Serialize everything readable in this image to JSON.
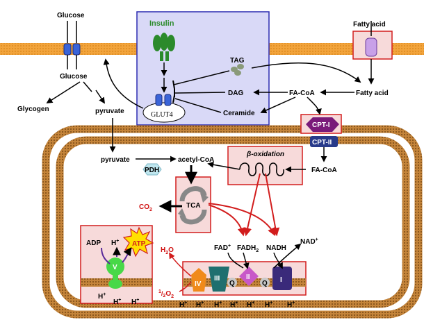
{
  "labels": {
    "glucose_out": "Glucose",
    "glucose_in": "Glucose",
    "glycogen": "Glycogen",
    "pyruvate_cyto": "pyruvate",
    "insulin": "Insulin",
    "glut4": "GLUT4",
    "tag": "TAG",
    "dag": "DAG",
    "ceramide": "Ceramide",
    "fa_coa_cyto": "FA-CoA",
    "fatty_acid_out": "Fatty acid",
    "fatty_acid_in": "Fatty acid",
    "cpt1": "CPT-I",
    "cpt2": "CPT-II",
    "fa_coa_mito": "FA-CoA",
    "pyruvate_mito": "pyruvate",
    "acetyl_coa": "acetyl-CoA",
    "pdh": "PDH",
    "beta_oxidation": "β-oxidation",
    "tca": "TCA",
    "co2": "CO",
    "co2_sub": "2",
    "fad": "FAD",
    "fad_sup": "+",
    "fadh2": "FADH",
    "fadh2_sub": "2",
    "nadh": "NADH",
    "nad": "NAD",
    "nad_sup": "+",
    "h2o_h": "H",
    "h2o_sub": "2",
    "h2o_o": "O",
    "o2_frac_num": "1",
    "o2_frac_den": "2",
    "o2_o": "O",
    "o2_sub": "2",
    "adp": "ADP",
    "atp": "ATP",
    "h_plus": "H",
    "plus": "+",
    "complex_v": "V",
    "complex_iv": "IV",
    "complex_iii": "III",
    "complex_ii": "II",
    "complex_i": "I",
    "q": "Q"
  },
  "colors": {
    "membrane": "#f2a43c",
    "insulin_box_fill": "#d9d9f7",
    "insulin_box_border": "#2a2ab0",
    "pink_box_fill": "#f7dada",
    "red_border": "#d21d1d",
    "mito_membrane": "#a06a28",
    "glut_blue": "#3a64d8",
    "insulin_green": "#2b8a2b",
    "cpt1_purple": "#7a1a7a",
    "cpt2_navy": "#283a8a",
    "complex_iv": "#f08a1a",
    "complex_iii": "#1f6f6f",
    "complex_ii": "#c858c8",
    "complex_i": "#3a2a7a",
    "atp_yellow": "#ffe000",
    "complex_v_green": "#48d848"
  },
  "icons": [
    "glut-transporter-icon",
    "insulin-receptor-icon",
    "cpt-enzyme-icon",
    "atp-burst-icon",
    "atp-synthase-icon",
    "coil-icon",
    "tca-cycle-icon"
  ]
}
